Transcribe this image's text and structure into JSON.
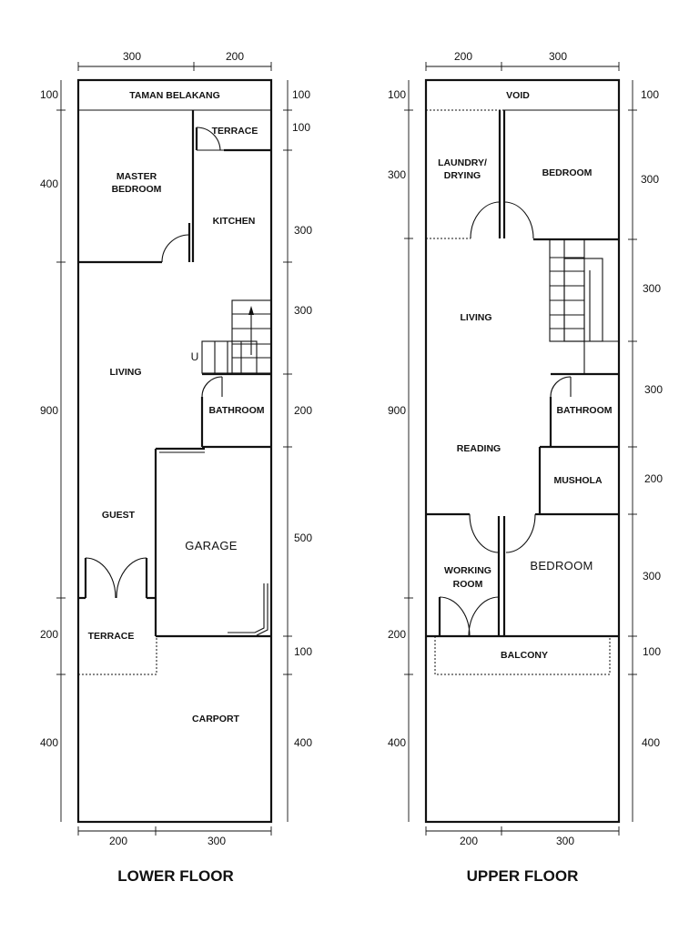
{
  "lower_floor": {
    "title": "LOWER FLOOR",
    "rooms": {
      "taman_belakang": "TAMAN BELAKANG",
      "terrace_top": "TERRACE",
      "master_bedroom_line1": "MASTER",
      "master_bedroom_line2": "BEDROOM",
      "kitchen": "KITCHEN",
      "living": "LIVING",
      "bathroom": "BATHROOM",
      "guest": "GUEST",
      "garage": "GARAGE",
      "terrace_front": "TERRACE",
      "carport": "CARPORT"
    },
    "stair_label": "U",
    "dims_top": [
      "300",
      "200"
    ],
    "dims_bottom": [
      "200",
      "300"
    ],
    "dims_left": [
      "100",
      "400",
      "900",
      "200",
      "400"
    ],
    "dims_right": [
      "100",
      "100",
      "300",
      "300",
      "200",
      "500",
      "100",
      "400"
    ]
  },
  "upper_floor": {
    "title": "UPPER FLOOR",
    "rooms": {
      "void": "VOID",
      "laundry_line1": "LAUNDRY/",
      "laundry_line2": "DRYING",
      "bedroom_top": "BEDROOM",
      "living": "LIVING",
      "bathroom": "BATHROOM",
      "reading": "READING",
      "mushola": "MUSHOLA",
      "working_line1": "WORKING",
      "working_line2": "ROOM",
      "bedroom_mid": "BEDROOM",
      "balcony": "BALCONY"
    },
    "dims_top": [
      "200",
      "300"
    ],
    "dims_bottom": [
      "200",
      "300"
    ],
    "dims_left": [
      "100",
      "300",
      "900",
      "200",
      "400"
    ],
    "dims_right": [
      "100",
      "300",
      "300",
      "300",
      "200",
      "300",
      "100",
      "400"
    ]
  }
}
